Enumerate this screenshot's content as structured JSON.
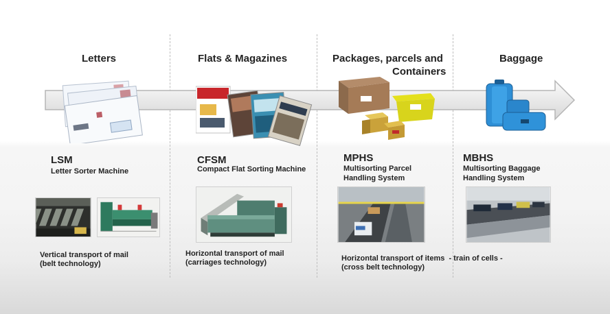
{
  "categories": [
    {
      "id": "letters",
      "title": "Letters",
      "abbr": "LSM",
      "fullname": "Letter Sorter Machine",
      "desc_line1": "Vertical transport of mail",
      "desc_line2": "(belt technology)"
    },
    {
      "id": "flats",
      "title": "Flats & Magazines",
      "abbr": "CFSM",
      "fullname": "Compact Flat Sorting Machine",
      "desc_line1": "Horizontal transport of mail",
      "desc_line2": "(carriages technology)"
    },
    {
      "id": "packages",
      "title_line1": "Packages, parcels and",
      "title_line2": "Containers",
      "abbr": "MPHS",
      "fullname_line1": "Multisorting Parcel",
      "fullname_line2": "Handling System",
      "desc_line1": "Horizontal transport of items  - train of cells -",
      "desc_line2": "(cross belt technology)"
    },
    {
      "id": "baggage",
      "title": "Baggage",
      "abbr": "MBHS",
      "fullname_line1": "Multisorting Baggage",
      "fullname_line2": "Handling System"
    }
  ],
  "colors": {
    "arrow_fill": "#f2f2f2",
    "arrow_stroke": "#b5b5b5",
    "divider": "#bdbdbd",
    "text": "#222222"
  }
}
